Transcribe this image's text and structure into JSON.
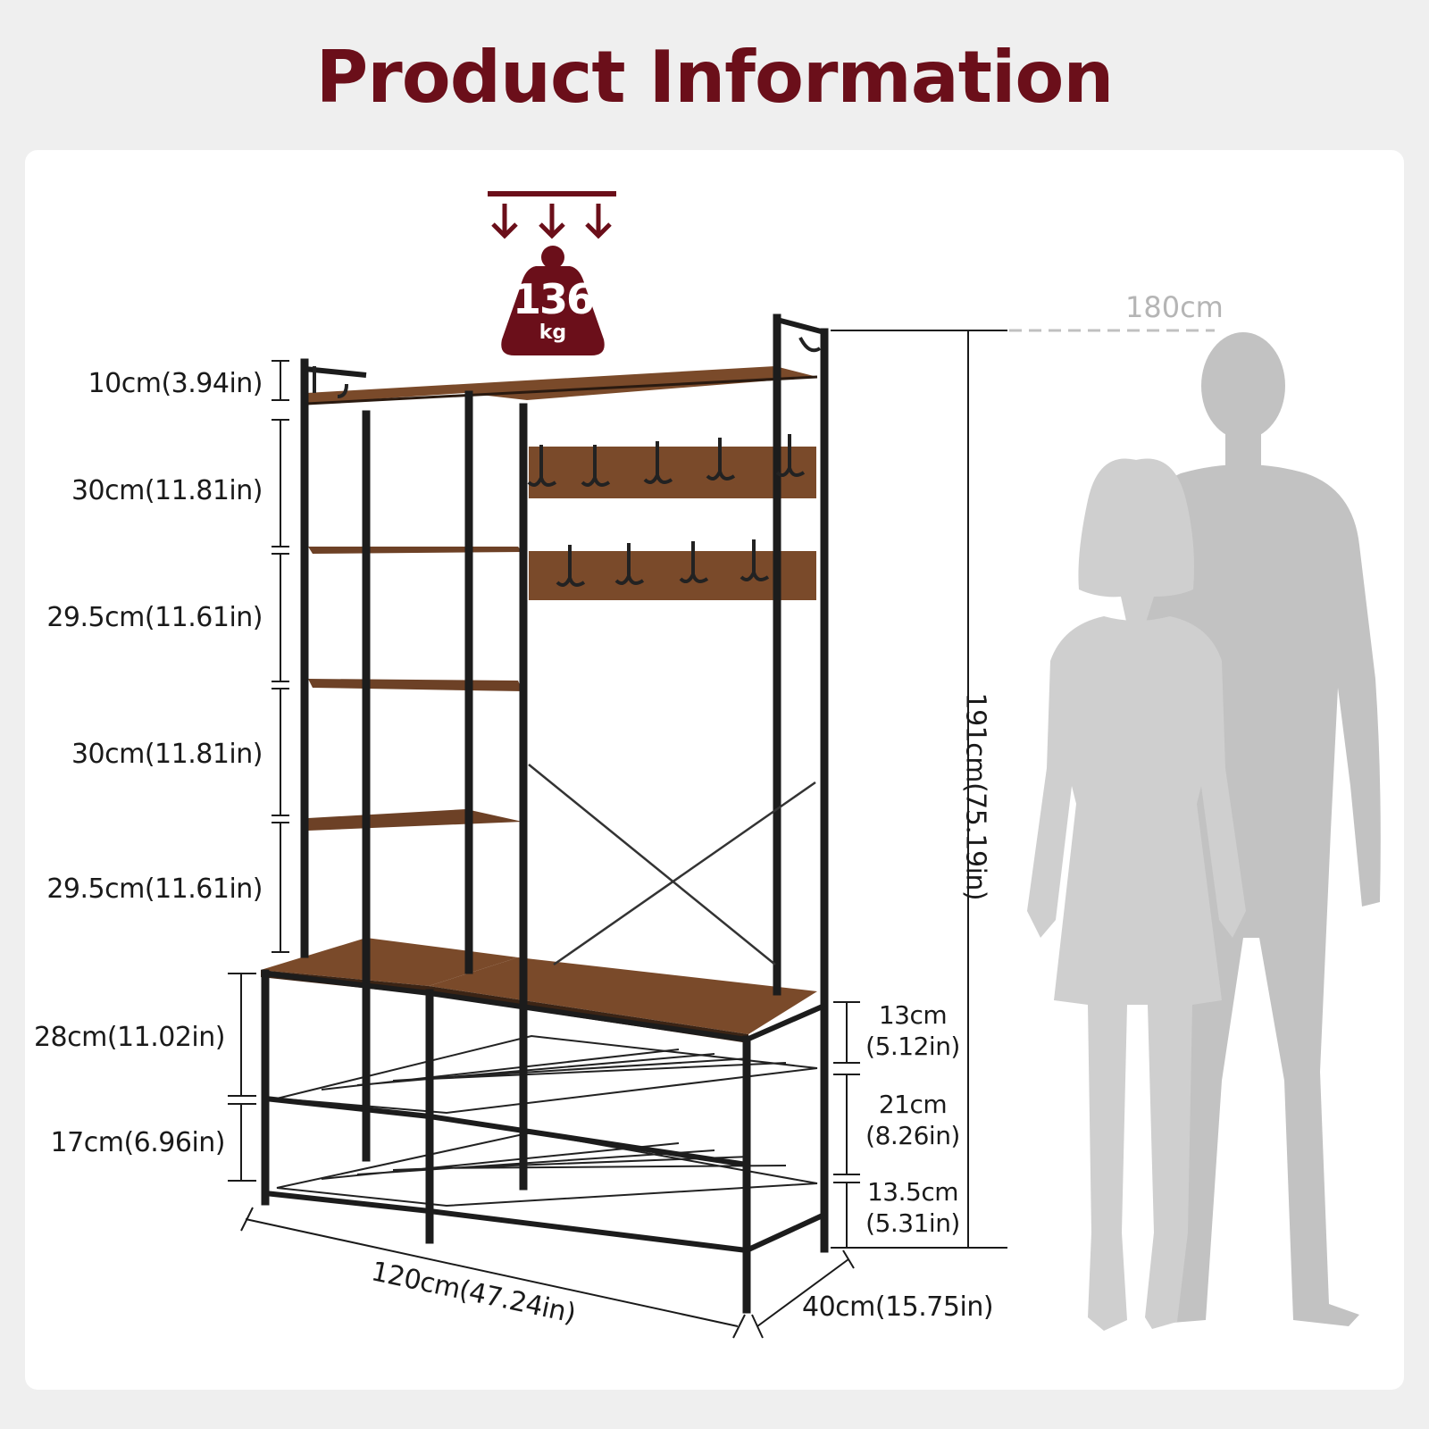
{
  "title": "Product Information",
  "load_capacity": {
    "value": "136",
    "unit": "kg"
  },
  "reference_height": "180cm",
  "dimensions": {
    "top_gap": "10cm(3.94in)",
    "shelf_1": "30cm(11.81in)",
    "shelf_2": "29.5cm(11.61in)",
    "shelf_3": "30cm(11.81in)",
    "shelf_4": "29.5cm(11.61in)",
    "bench_height": "28cm(11.02in)",
    "lower_shelf": "17cm(6.96in)",
    "bench_top_cm": "13cm",
    "bench_top_in": "(5.12in)",
    "shoe_rack_cm": "21cm",
    "shoe_rack_in": "(8.26in)",
    "bottom_cm": "13.5cm",
    "bottom_in": "(5.31in)",
    "total_height": "191cm(75.19in)",
    "width": "120cm(47.24in)",
    "depth": "40cm(15.75in)"
  },
  "colors": {
    "title": "#6b0f1a",
    "weight_badge": "#6b0f1a",
    "wood": "#7a4a2a",
    "frame": "#1c1c1c",
    "silhouette": "#c6c6c6"
  },
  "icons": [
    "weight-icon",
    "down-arrow-icon",
    "coat-hook-icon",
    "woman-silhouette",
    "man-silhouette"
  ]
}
